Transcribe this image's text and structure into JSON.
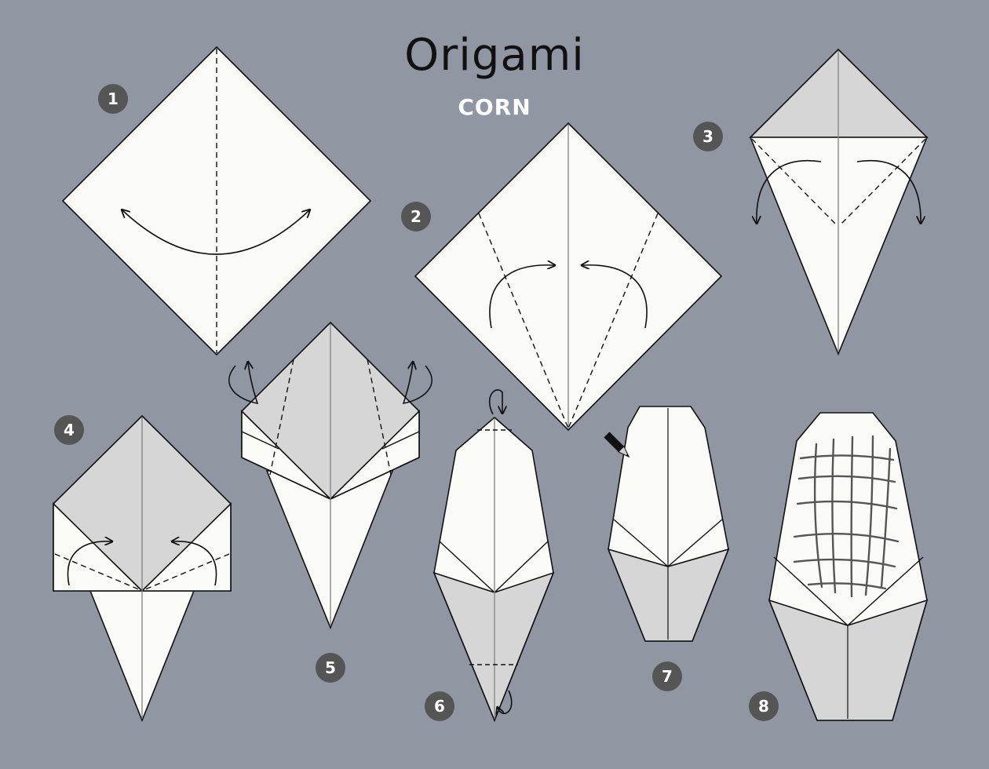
{
  "header": {
    "title": "Origami",
    "subtitle": "CORN"
  },
  "steps": [
    {
      "number": "1"
    },
    {
      "number": "2"
    },
    {
      "number": "3"
    },
    {
      "number": "4"
    },
    {
      "number": "5"
    },
    {
      "number": "6"
    },
    {
      "number": "7"
    },
    {
      "number": "8"
    }
  ],
  "colors": {
    "background": "#9096a2",
    "paper_front": "#fafaf6",
    "paper_back": "#d6d6d6",
    "outline": "#111111",
    "badge": "#555555",
    "badge_text": "#ffffff"
  },
  "icons": [
    "pencil-icon",
    "fold-arrow-icon"
  ]
}
